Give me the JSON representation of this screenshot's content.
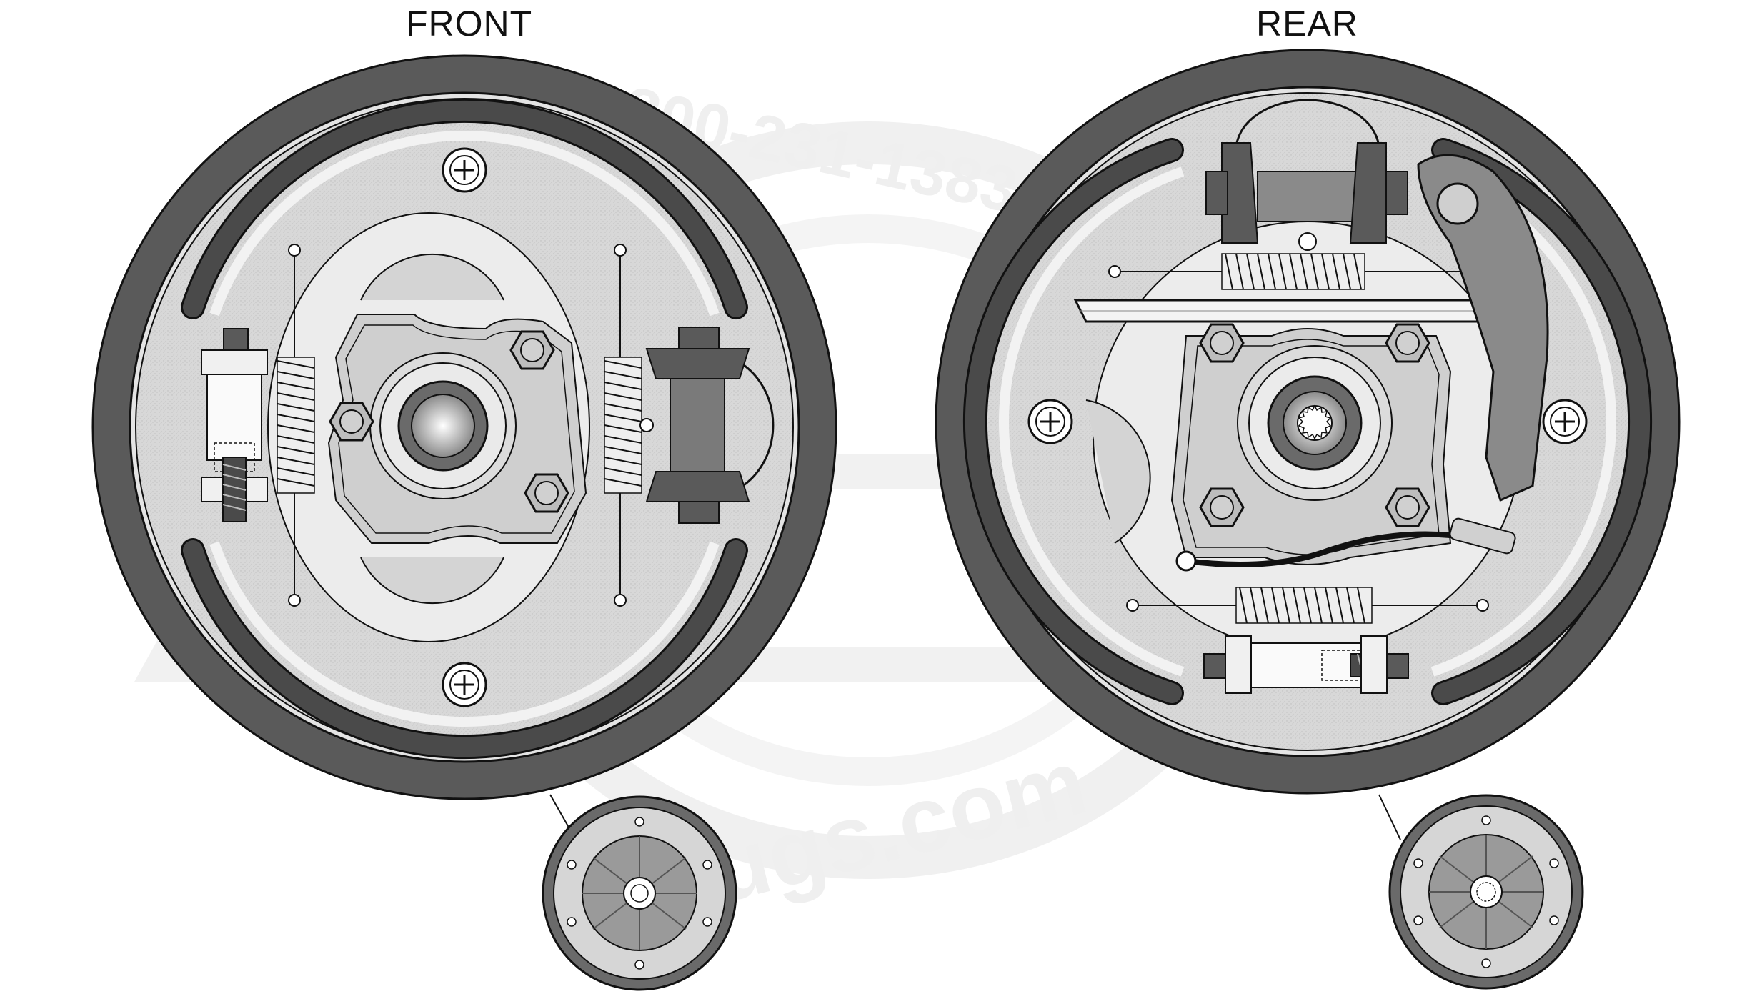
{
  "labels": {
    "front": "FRONT",
    "rear": "REAR"
  },
  "watermark": {
    "phone": "800-231-1383",
    "site": "JBugs.com"
  },
  "colors": {
    "drum": "#5a5a5a",
    "backing_plate": "#d6d6d6",
    "shoe_lining": "#4a4a4a",
    "outline": "#111111",
    "watermark": "#eeeeee"
  }
}
